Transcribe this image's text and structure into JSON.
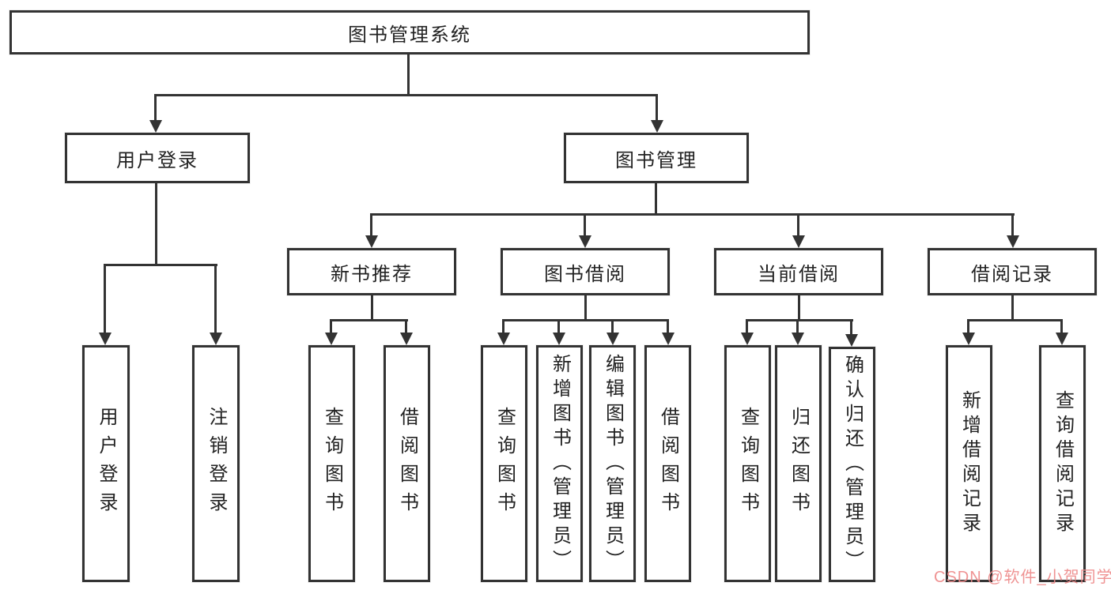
{
  "tree": {
    "label": "图书管理系统",
    "children": [
      {
        "label": "用户登录",
        "children": [
          {
            "label": "用户登录"
          },
          {
            "label": "注销登录"
          }
        ]
      },
      {
        "label": "图书管理",
        "children": [
          {
            "label": "新书推荐",
            "children": [
              {
                "label": "查询图书"
              },
              {
                "label": "借阅图书"
              }
            ]
          },
          {
            "label": "图书借阅",
            "children": [
              {
                "label": "查询图书"
              },
              {
                "label": "新增图书（管理员）"
              },
              {
                "label": "编辑图书（管理员）"
              },
              {
                "label": "借阅图书"
              }
            ]
          },
          {
            "label": "当前借阅",
            "children": [
              {
                "label": "查询图书"
              },
              {
                "label": "归还图书"
              },
              {
                "label": "确认归还（管理员）"
              }
            ]
          },
          {
            "label": "借阅记录",
            "children": [
              {
                "label": "新增借阅记录"
              },
              {
                "label": "查询借阅记录"
              }
            ]
          }
        ]
      }
    ]
  },
  "watermark": "CSDN @软件_小贺同学",
  "colors": {
    "line": "#333333",
    "box_background": "#ffffff",
    "text": "#222222",
    "watermark": "#ee8a8a"
  }
}
